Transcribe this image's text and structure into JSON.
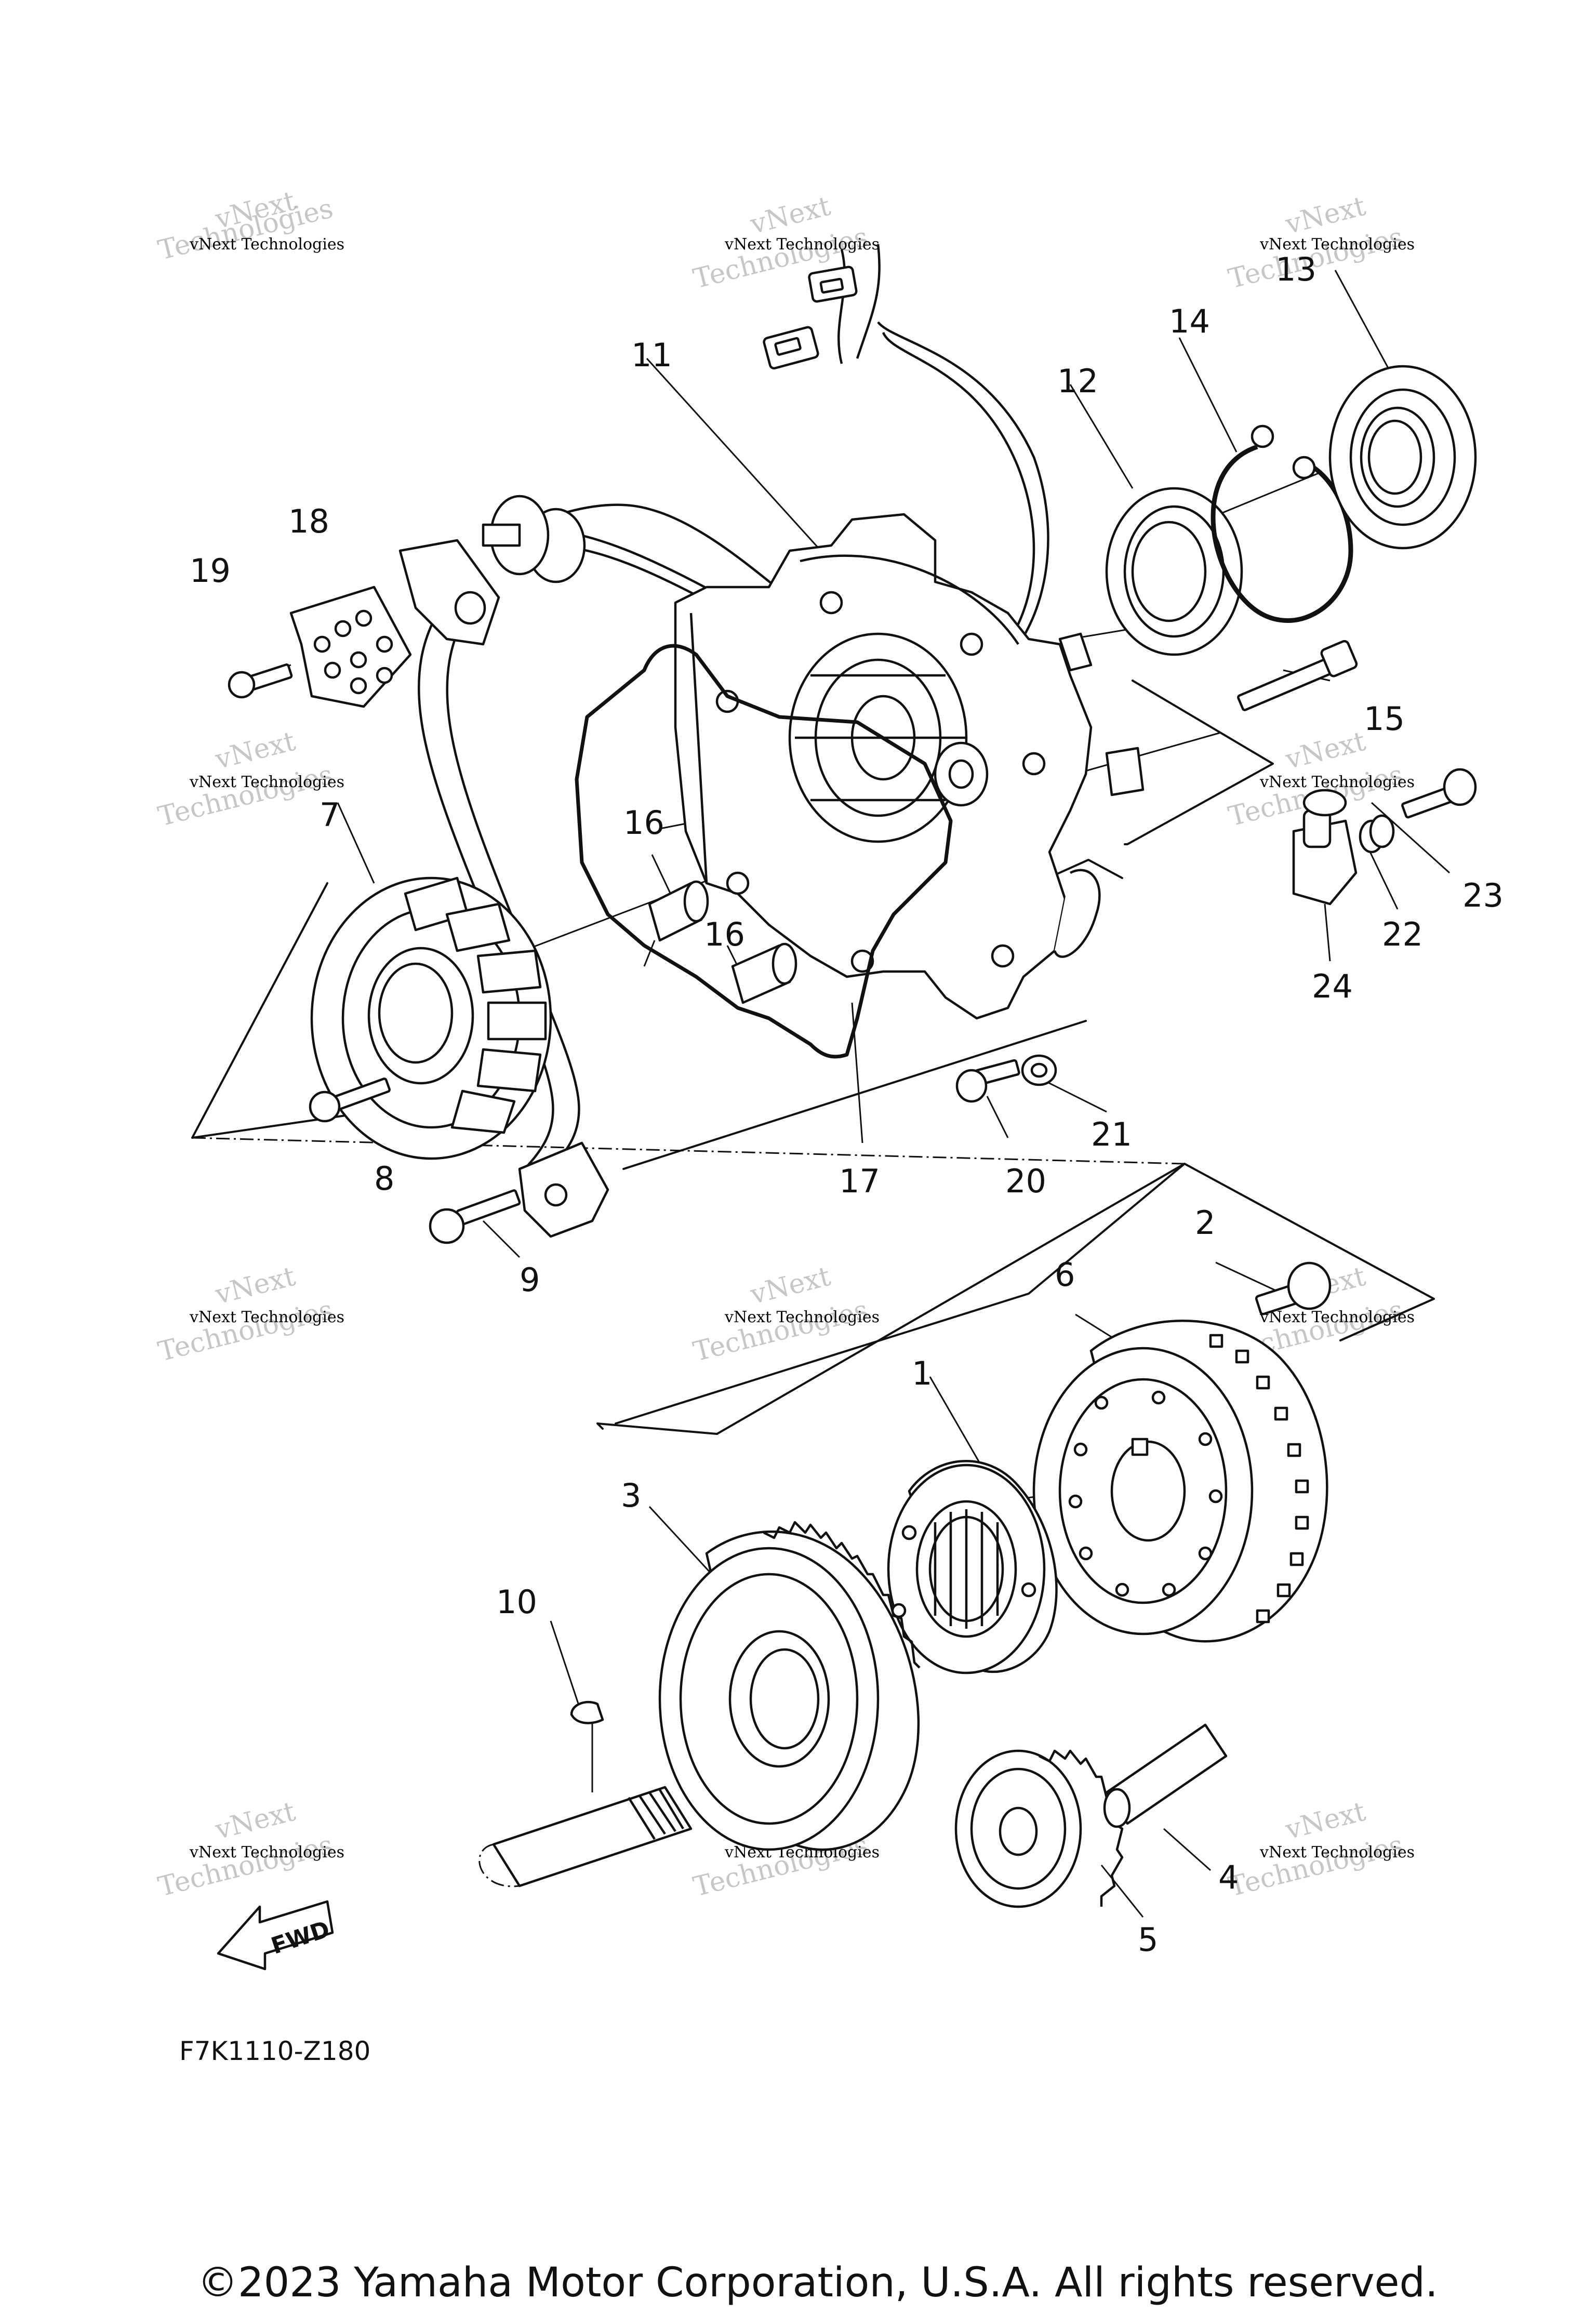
{
  "watermark": {
    "line1": "vNext Technologies",
    "line2": "vNext",
    "line3": "Technologies"
  },
  "diagram_code": "F7K1110-Z180",
  "copyright": "©2023 Yamaha Motor Corporation, U.S.A. All rights reserved.",
  "fwd_label": "FWD",
  "callouts": [
    "1",
    "2",
    "3",
    "4",
    "5",
    "6",
    "7",
    "8",
    "9",
    "10",
    "11",
    "12",
    "13",
    "14",
    "15",
    "16",
    "16",
    "17",
    "18",
    "19",
    "20",
    "21",
    "22",
    "23",
    "24"
  ]
}
